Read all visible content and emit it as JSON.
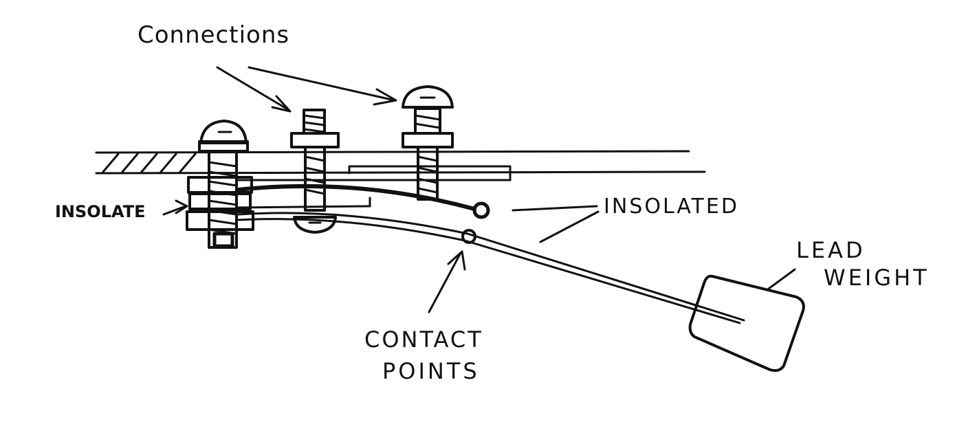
{
  "labels": {
    "connections": "Connections",
    "insolate": "INSOLATE",
    "insolated": "INSOLATED",
    "lead": "LEAD",
    "weight": "WEIGHT",
    "contact": "CONTACT",
    "points": "POINTS"
  },
  "colors": {
    "ink": "#111111",
    "paper": "#ffffff"
  }
}
